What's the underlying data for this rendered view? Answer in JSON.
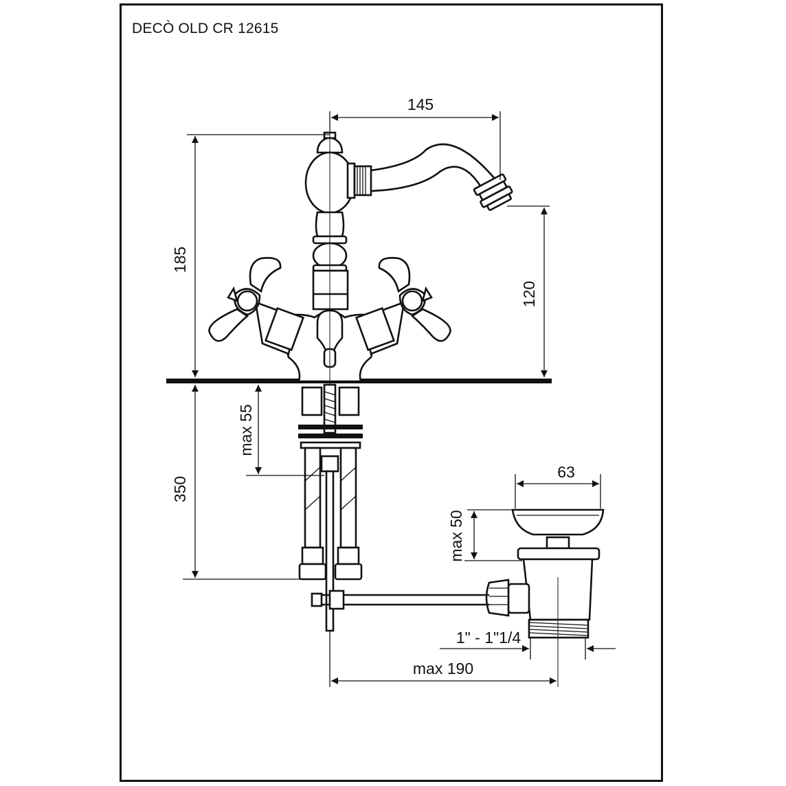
{
  "title": "DECÒ OLD CR 12615",
  "dimensions": {
    "spout_reach": "145",
    "total_height": "185",
    "spout_height": "120",
    "below_deck": "350",
    "max_deck": "max 55",
    "waste_diameter": "63",
    "waste_height": "max 50",
    "thread": "1\" - 1\"1/4",
    "max_distance": "max 190"
  }
}
